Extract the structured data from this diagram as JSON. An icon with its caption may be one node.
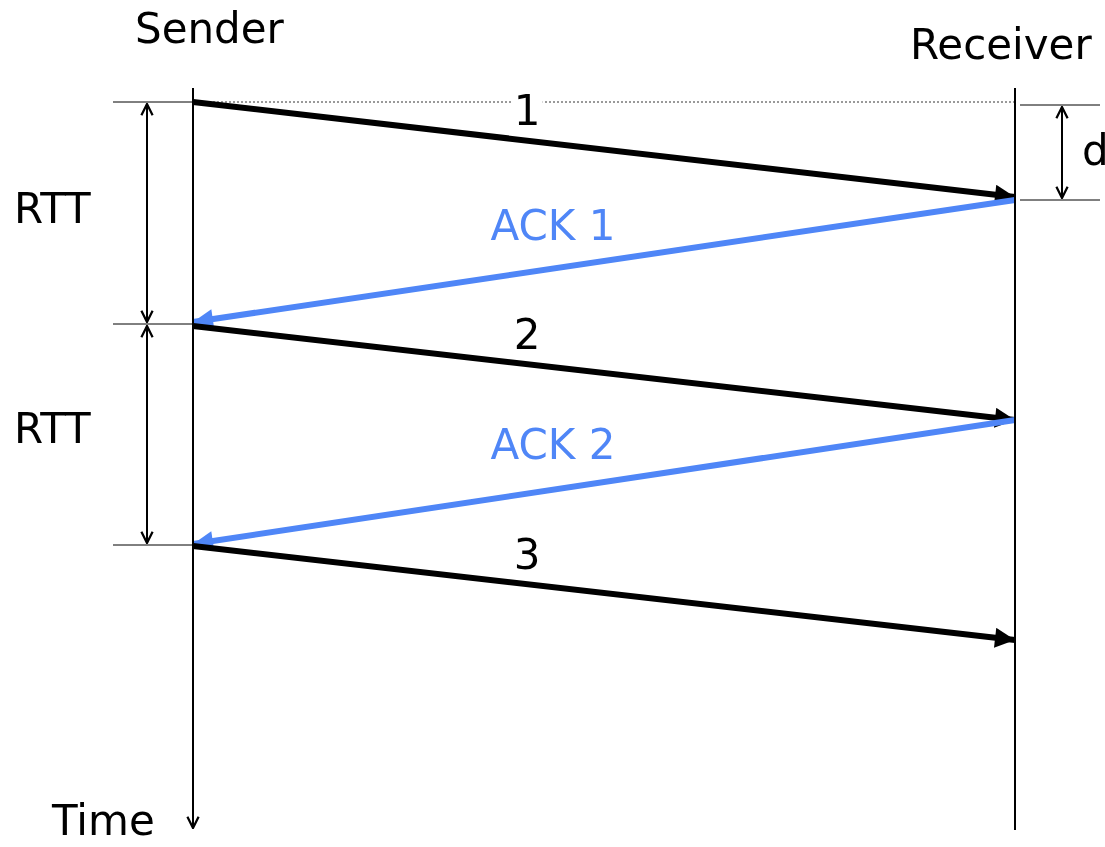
{
  "diagram": {
    "nodes": [
      {
        "text": [
          "Sender"
        ]
      },
      {
        "text": [
          "Receiver"
        ]
      }
    ],
    "edges": [
      {
        "from": 0,
        "to": 1,
        "arrow": "to",
        "label": "1"
      },
      {
        "from": 1,
        "to": 0,
        "arrow": "to",
        "label": "ACK 1",
        "color": "#4f86f7"
      },
      {
        "from": 0,
        "to": 1,
        "arrow": "to",
        "label": "2"
      },
      {
        "from": 1,
        "to": 0,
        "arrow": "to",
        "label": "ACK 2",
        "color": "#4f86f7"
      },
      {
        "from": 0,
        "to": 1,
        "arrow": "to",
        "label": "3"
      }
    ],
    "labels": [
      "d",
      "RTT",
      "RTT",
      "Time"
    ]
  }
}
